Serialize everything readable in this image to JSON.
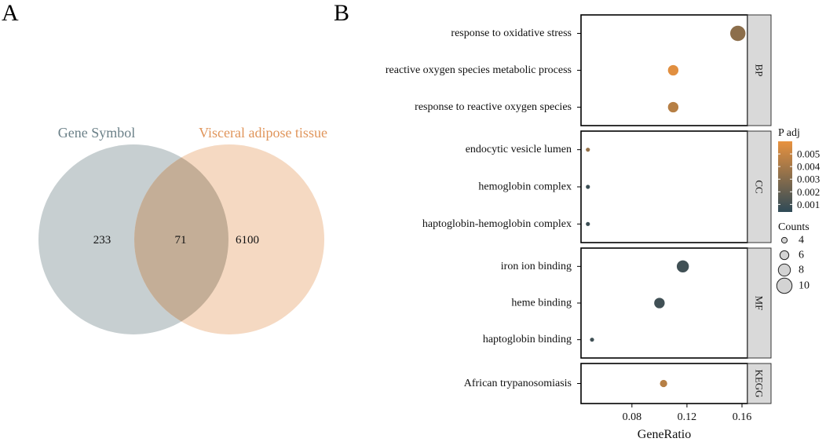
{
  "panels": {
    "a": "A",
    "b": "B"
  },
  "chart_data": [
    {
      "type": "venn",
      "sets": [
        {
          "name": "Gene Symbol",
          "color": "#6b8088",
          "fill": "#c7cfd1",
          "only": "233"
        },
        {
          "name": "Visceral adipose tissue",
          "color": "#e0955b",
          "fill": "#f5d9c2",
          "only": "6100"
        }
      ],
      "overlap": "71",
      "overlap_fill": "#c4ae97"
    },
    {
      "type": "scatter",
      "xlabel": "GeneRatio",
      "xticks": [
        0.08,
        0.12,
        0.16
      ],
      "xtick_labels": [
        "0.08",
        "0.12",
        "0.16"
      ],
      "xlim": [
        0.043,
        0.164
      ],
      "facets": [
        {
          "name": "BP",
          "terms": [
            {
              "term": "response to oxidative stress",
              "x": 0.157,
              "count": 10,
              "padj": 0.0032
            },
            {
              "term": "reactive oxygen species metabolic process",
              "x": 0.11,
              "count": 7,
              "padj": 0.0058
            },
            {
              "term": "response to reactive oxygen species",
              "x": 0.11,
              "count": 7,
              "padj": 0.0045
            }
          ]
        },
        {
          "name": "CC",
          "terms": [
            {
              "term": "endocytic vesicle lumen",
              "x": 0.048,
              "count": 3,
              "padj": 0.0035
            },
            {
              "term": "hemoglobin complex",
              "x": 0.048,
              "count": 3,
              "padj": 0.0008
            },
            {
              "term": "haptoglobin-hemoglobin complex",
              "x": 0.048,
              "count": 3,
              "padj": 0.0008
            }
          ]
        },
        {
          "name": "MF",
          "terms": [
            {
              "term": "iron ion binding",
              "x": 0.117,
              "count": 8,
              "padj": 0.0009
            },
            {
              "term": "heme binding",
              "x": 0.1,
              "count": 7,
              "padj": 0.0009
            },
            {
              "term": "haptoglobin binding",
              "x": 0.051,
              "count": 3,
              "padj": 0.0009
            }
          ]
        },
        {
          "name": "KEGG",
          "terms": [
            {
              "term": "African trypanosomiasis",
              "x": 0.103,
              "count": 5,
              "padj": 0.0045
            }
          ]
        }
      ],
      "color_legend": {
        "title": "P adj",
        "ticks": [
          0.005,
          0.004,
          0.003,
          0.002,
          0.001
        ],
        "tick_labels": [
          "0.005",
          "0.004",
          "0.003",
          "0.002",
          "0.001"
        ],
        "range": [
          0.0004,
          0.006
        ],
        "low_color": "#2f4a57",
        "high_color": "#e8923f"
      },
      "size_legend": {
        "title": "Counts",
        "values": [
          4,
          6,
          8,
          10
        ],
        "labels": [
          "4",
          "6",
          "8",
          "10"
        ]
      }
    }
  ]
}
